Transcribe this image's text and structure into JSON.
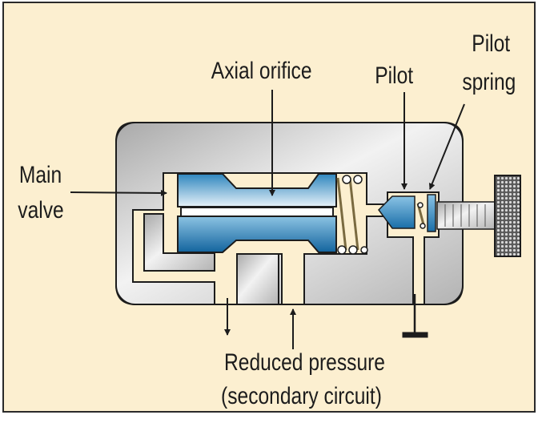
{
  "diagram": {
    "title": "Pilot-operated pressure reducing valve",
    "labels": {
      "axial_orifice": "Axial orifice",
      "pilot": "Pilot",
      "pilot_spring_line1": "Pilot",
      "pilot_spring_line2": "spring",
      "main_valve_line1": "Main",
      "main_valve_line2": "valve",
      "reduced_pressure_line1": "Reduced pressure",
      "reduced_pressure_line2": "(secondary circuit)"
    },
    "colors": {
      "background": "#fcefd0",
      "body_metal": "#c9c9c9",
      "spool_blue": "#2f87bf",
      "outline": "#1c1c1c"
    }
  }
}
